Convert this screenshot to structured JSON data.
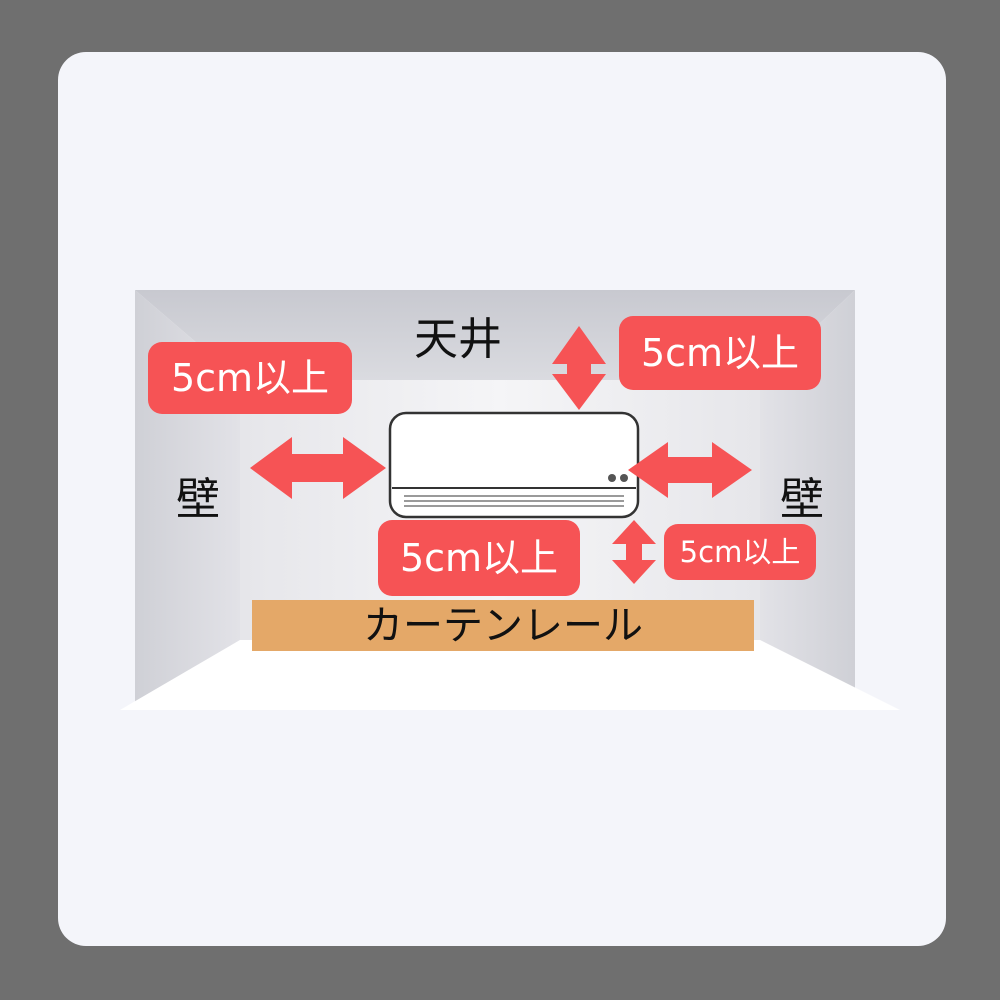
{
  "labels": {
    "ceiling": "天井",
    "wall_left": "壁",
    "wall_right": "壁",
    "curtain_rail": "カーテンレール"
  },
  "clearances": {
    "top_left": "5cm以上",
    "top_right": "5cm以上",
    "bottom_left": "5cm以上",
    "bottom_right": "5cm以上"
  },
  "colors": {
    "background": "#6f6f6f",
    "card": "#f4f5fa",
    "badge": "#f65355",
    "arrow": "#f65355",
    "curtain_rail": "#e4a868",
    "ceiling": "#d2d3da",
    "back_wall": "#eaeaee",
    "side_wall": "#dcdce2",
    "floor": "#ffffff"
  },
  "icons": {
    "air_conditioner": "air-conditioner-icon",
    "arrows": "double-headed-arrow-icon"
  }
}
